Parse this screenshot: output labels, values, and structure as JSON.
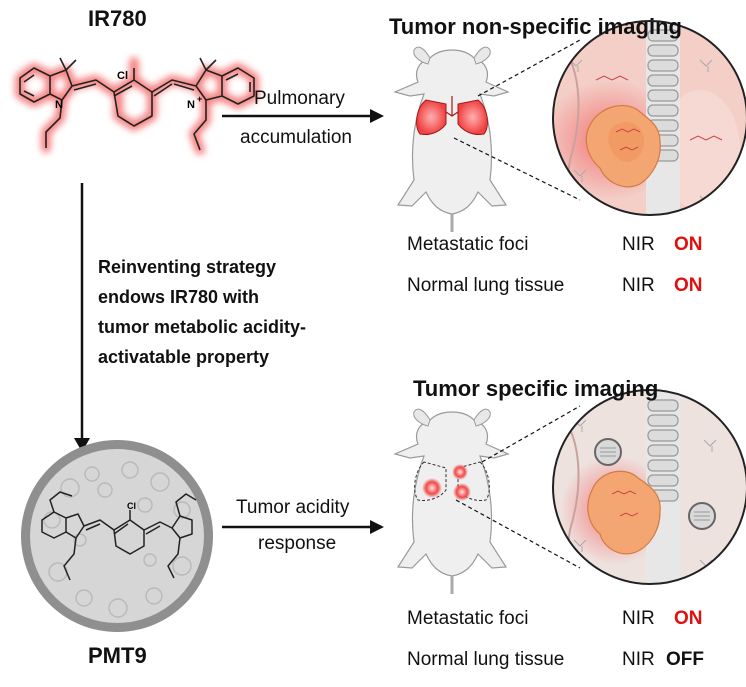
{
  "titles": {
    "ir780": "IR780",
    "pmt9": "PMT9",
    "nonspecific": "Tumor non-specific imaging",
    "specific": "Tumor specific imaging"
  },
  "arrows": {
    "top_line1": "Pulmonary",
    "top_line2": "accumulation",
    "bottom_line1": "Tumor acidity",
    "bottom_line2": "response"
  },
  "strategy": {
    "line1": "Reinventing strategy",
    "line2": "endows IR780 with",
    "line3": "tumor metabolic acidity-",
    "line4": "activatable property"
  },
  "molecule": {
    "cl": "Cl",
    "n": "N",
    "nplus": "N",
    "plus": "+"
  },
  "table_top": {
    "row1_label": "Metastatic foci",
    "row1_nir": "NIR",
    "row1_state": "ON",
    "row2_label": "Normal lung tissue",
    "row2_nir": "NIR",
    "row2_state": "ON"
  },
  "table_bottom": {
    "row1_label": "Metastatic foci",
    "row1_nir": "NIR",
    "row1_state": "ON",
    "row2_label": "Normal lung tissue",
    "row2_nir": "NIR",
    "row2_state": "OFF"
  },
  "colors": {
    "on": "#e01010",
    "off": "#111111",
    "glow": "#f25a5a",
    "tissue": "#f0c0b8",
    "tumor": "#f3a571"
  }
}
